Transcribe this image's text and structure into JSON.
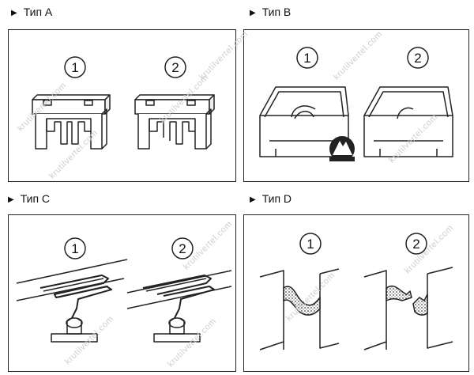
{
  "sections": [
    {
      "id": "A",
      "label": "Тип А",
      "items": [
        "1",
        "2"
      ]
    },
    {
      "id": "B",
      "label": "Тип В",
      "items": [
        "1",
        "2"
      ]
    },
    {
      "id": "C",
      "label": "Тип С",
      "items": [
        "1",
        "2"
      ]
    },
    {
      "id": "D",
      "label": "Тип D",
      "items": [
        "1",
        "2"
      ]
    }
  ],
  "watermark": "krutilvertel.com",
  "icons": {
    "heading_marker": "triangle-right-icon",
    "logo": "mountain-logo-icon"
  }
}
